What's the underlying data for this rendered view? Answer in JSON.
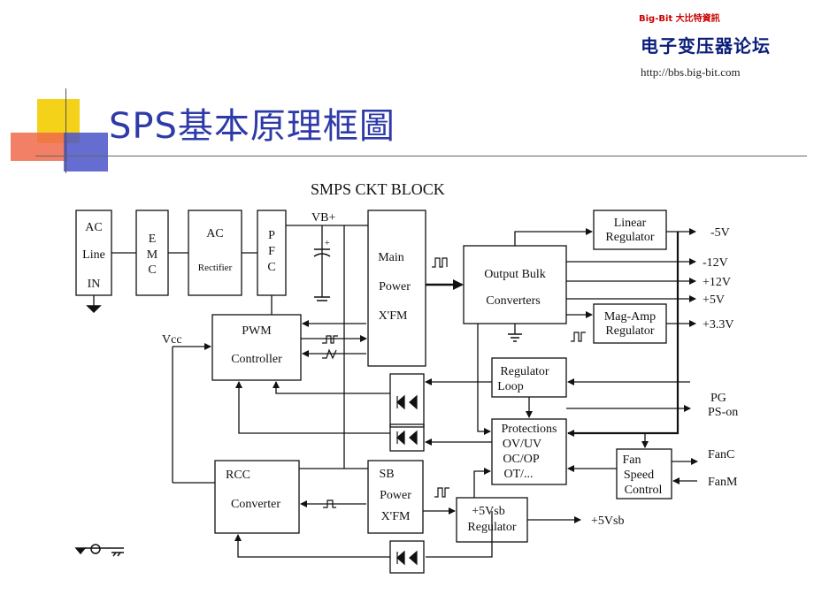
{
  "logo": {
    "tagline": "Big-Bit 大比特資訊",
    "name": "电子变压器论坛",
    "url": "http://bbs.big-bit.com"
  },
  "slide_title": "SPS基本原理框圖",
  "diagram": {
    "heading": "SMPS CKT BLOCK",
    "blocks": {
      "ac_line": [
        "AC",
        "Line",
        "IN"
      ],
      "emc": [
        "E",
        "M",
        "C"
      ],
      "ac_rectifier": [
        "AC",
        "Rectifier"
      ],
      "pfc": [
        "P",
        "F",
        "C"
      ],
      "main_power": [
        "Main",
        "Power",
        "X'FM"
      ],
      "output_bulk": [
        "Output Bulk",
        "Converters"
      ],
      "linear_regulator": [
        "Linear",
        "Regulator"
      ],
      "mag_amp": [
        "Mag-Amp",
        "Regulator"
      ],
      "pwm_controller": [
        "PWM",
        "Controller"
      ],
      "regulator_loop": [
        "Regulator",
        "Loop"
      ],
      "protections": [
        "Protections",
        "OV/UV",
        "OC/OP",
        "OT/..."
      ],
      "fan_speed": [
        "Fan",
        "Speed",
        "Control"
      ],
      "rcc_converter": [
        "RCC",
        "Converter"
      ],
      "sb_power": [
        "SB",
        "Power",
        "X'FM"
      ],
      "vsb_regulator": [
        "+5Vsb",
        "Regulator"
      ]
    },
    "labels": {
      "vb": "VB+",
      "vcc": "Vcc",
      "out_m5": "-5V",
      "out_m12": "-12V",
      "out_p12": "+12V",
      "out_p5": "+5V",
      "out_p33": "+3.3V",
      "pg": "PG",
      "ps_on": "PS-on",
      "fanc": "FanC",
      "fanm": "FanM",
      "out_5vsb": "+5Vsb"
    }
  }
}
